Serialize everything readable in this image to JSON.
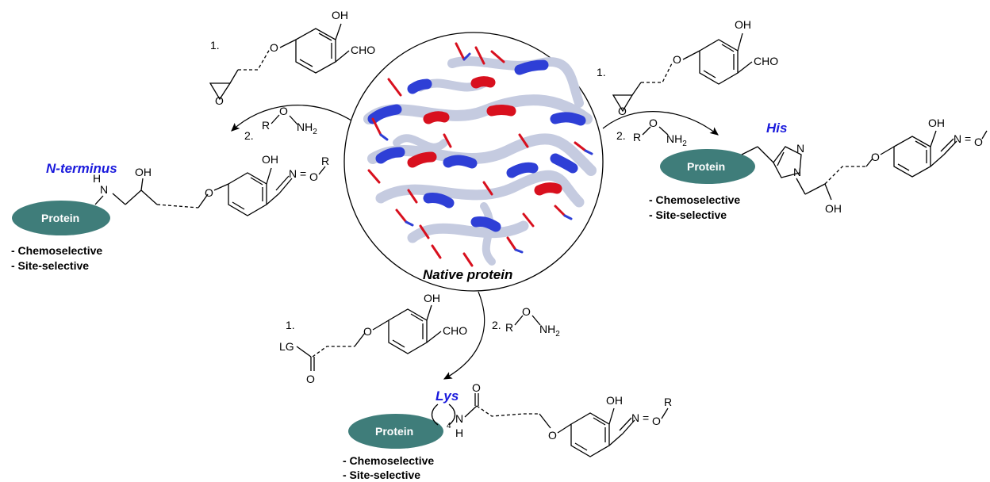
{
  "center_label": "Native protein",
  "atoms": {
    "oh": "OH",
    "cho": "CHO",
    "o": "O",
    "n": "N",
    "h": "H",
    "nh": "NH",
    "r": "R",
    "lg": "LG",
    "nh2_base": "NH",
    "nh2_sub": "2",
    "four": "4"
  },
  "left_branch": {
    "step1": "1.",
    "step2": "2.",
    "site": "N-terminus",
    "protein": "Protein",
    "bullets": [
      "- Chemoselective",
      "- Site-selective"
    ]
  },
  "right_branch": {
    "step1": "1.",
    "step2": "2.",
    "site": "His",
    "protein": "Protein",
    "bullets": [
      "- Chemoselective",
      "- Site-selective"
    ]
  },
  "bottom_branch": {
    "step1": "1.",
    "step2": "2.",
    "site": "Lys",
    "protein": "Protein",
    "bullets": [
      "- Chemoselective",
      "- Site-selective"
    ]
  },
  "colors": {
    "protein_ellipse": "#3f7d7a",
    "site_text": "#1a1adc",
    "helix_light": "#c5cbe0",
    "helix_blue": "#2e3fd6",
    "helix_red": "#d8101e"
  }
}
